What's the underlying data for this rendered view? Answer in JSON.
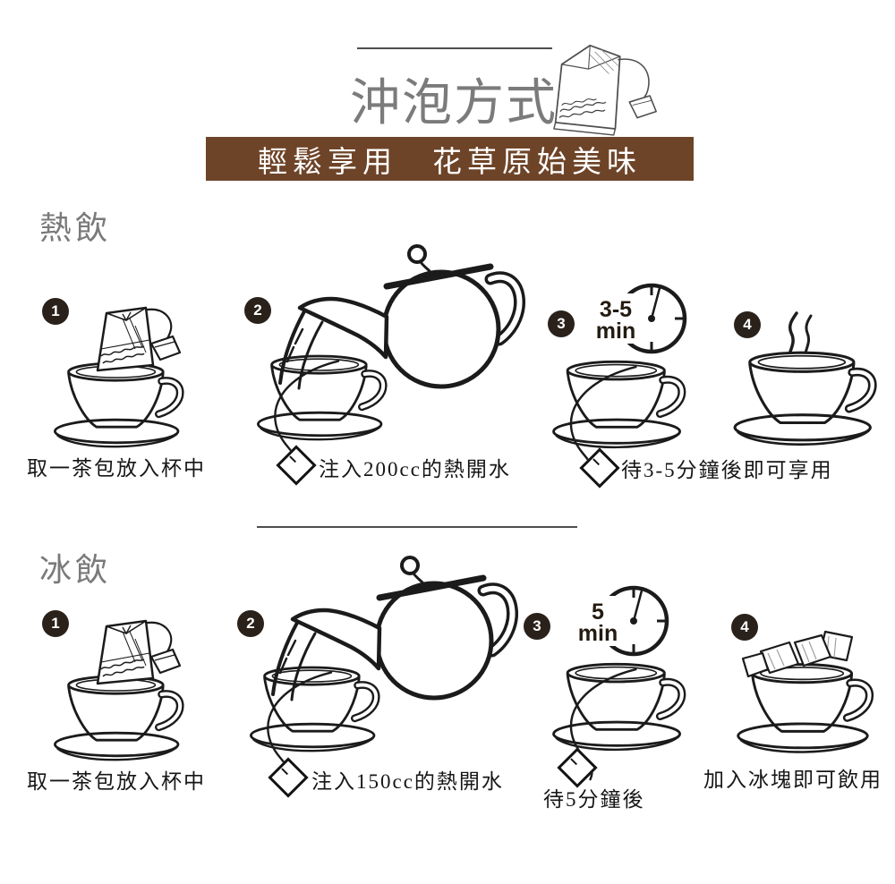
{
  "header": {
    "title": "沖泡方式",
    "banner": "輕鬆享用　花草原始美味"
  },
  "sections": {
    "hot": {
      "title": "熱飲",
      "steps": [
        {
          "num": "1",
          "caption": "取一茶包放入杯中"
        },
        {
          "num": "2",
          "caption": "注入200cc的熱開水"
        },
        {
          "num": "3",
          "caption": "待3-5分鐘後即可享用",
          "clock_top": "3-5",
          "clock_bottom": "min"
        },
        {
          "num": "4",
          "caption": ""
        }
      ]
    },
    "ice": {
      "title": "冰飲",
      "steps": [
        {
          "num": "1",
          "caption": "取一茶包放入杯中"
        },
        {
          "num": "2",
          "caption": "注入150cc的熱開水"
        },
        {
          "num": "3",
          "caption": "待5分鐘後",
          "clock_top": "5",
          "clock_bottom": "min"
        },
        {
          "num": "4",
          "caption": "加入冰塊即可飲用"
        }
      ]
    }
  },
  "colors": {
    "banner_brown": "#6e4428",
    "step_circle": "#2a211a",
    "title_gray": "#7b7b7b",
    "line_ink": "#1b1b1b",
    "background": "#ffffff"
  }
}
